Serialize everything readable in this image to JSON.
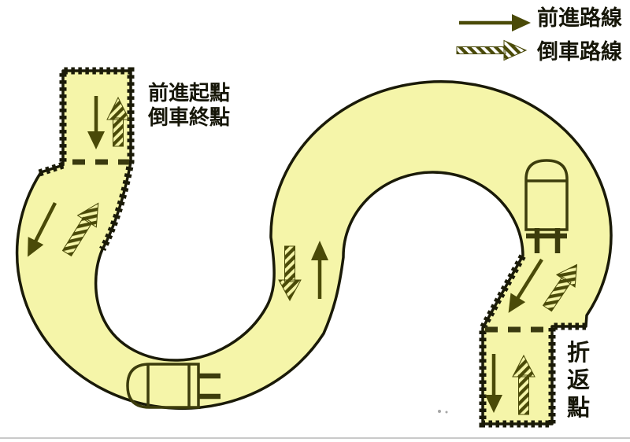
{
  "legend": {
    "items": [
      {
        "symbol": "solid-arrow",
        "label": "前進路線"
      },
      {
        "symbol": "hatched-arrow",
        "label": "倒車路線"
      }
    ]
  },
  "labels": {
    "start": {
      "line1": "前進起點",
      "line2": "倒車終點"
    },
    "turnaround": {
      "text": "折返點",
      "chars": [
        "折",
        "返",
        "點"
      ]
    }
  },
  "colors": {
    "track-fill": "#f5f5a9",
    "ink": "#1a1a08",
    "accent": "#4a4a08",
    "text": "#161608",
    "bg": "#ffffff"
  }
}
